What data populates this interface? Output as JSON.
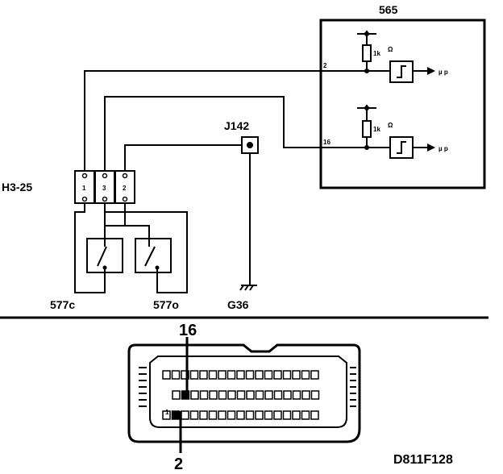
{
  "ecu": {
    "label": "565",
    "inputs": [
      {
        "pin": "2",
        "resistor": "1k",
        "unit": "Ω",
        "output": "µ p"
      },
      {
        "pin": "16",
        "resistor": "1k",
        "unit": "Ω",
        "output": "µ p"
      }
    ]
  },
  "connector_j142": {
    "label": "J142"
  },
  "connector_h3_25": {
    "label": "H3-25",
    "pins": [
      "1",
      "3",
      "2"
    ]
  },
  "switches": [
    {
      "label": "577c"
    },
    {
      "label": "577o"
    }
  ],
  "ground": {
    "label": "G36"
  },
  "connector_view": {
    "pin_top": "16",
    "pin_bottom": "2",
    "first_pin_mark": "1"
  },
  "figure_id": "D811F128"
}
